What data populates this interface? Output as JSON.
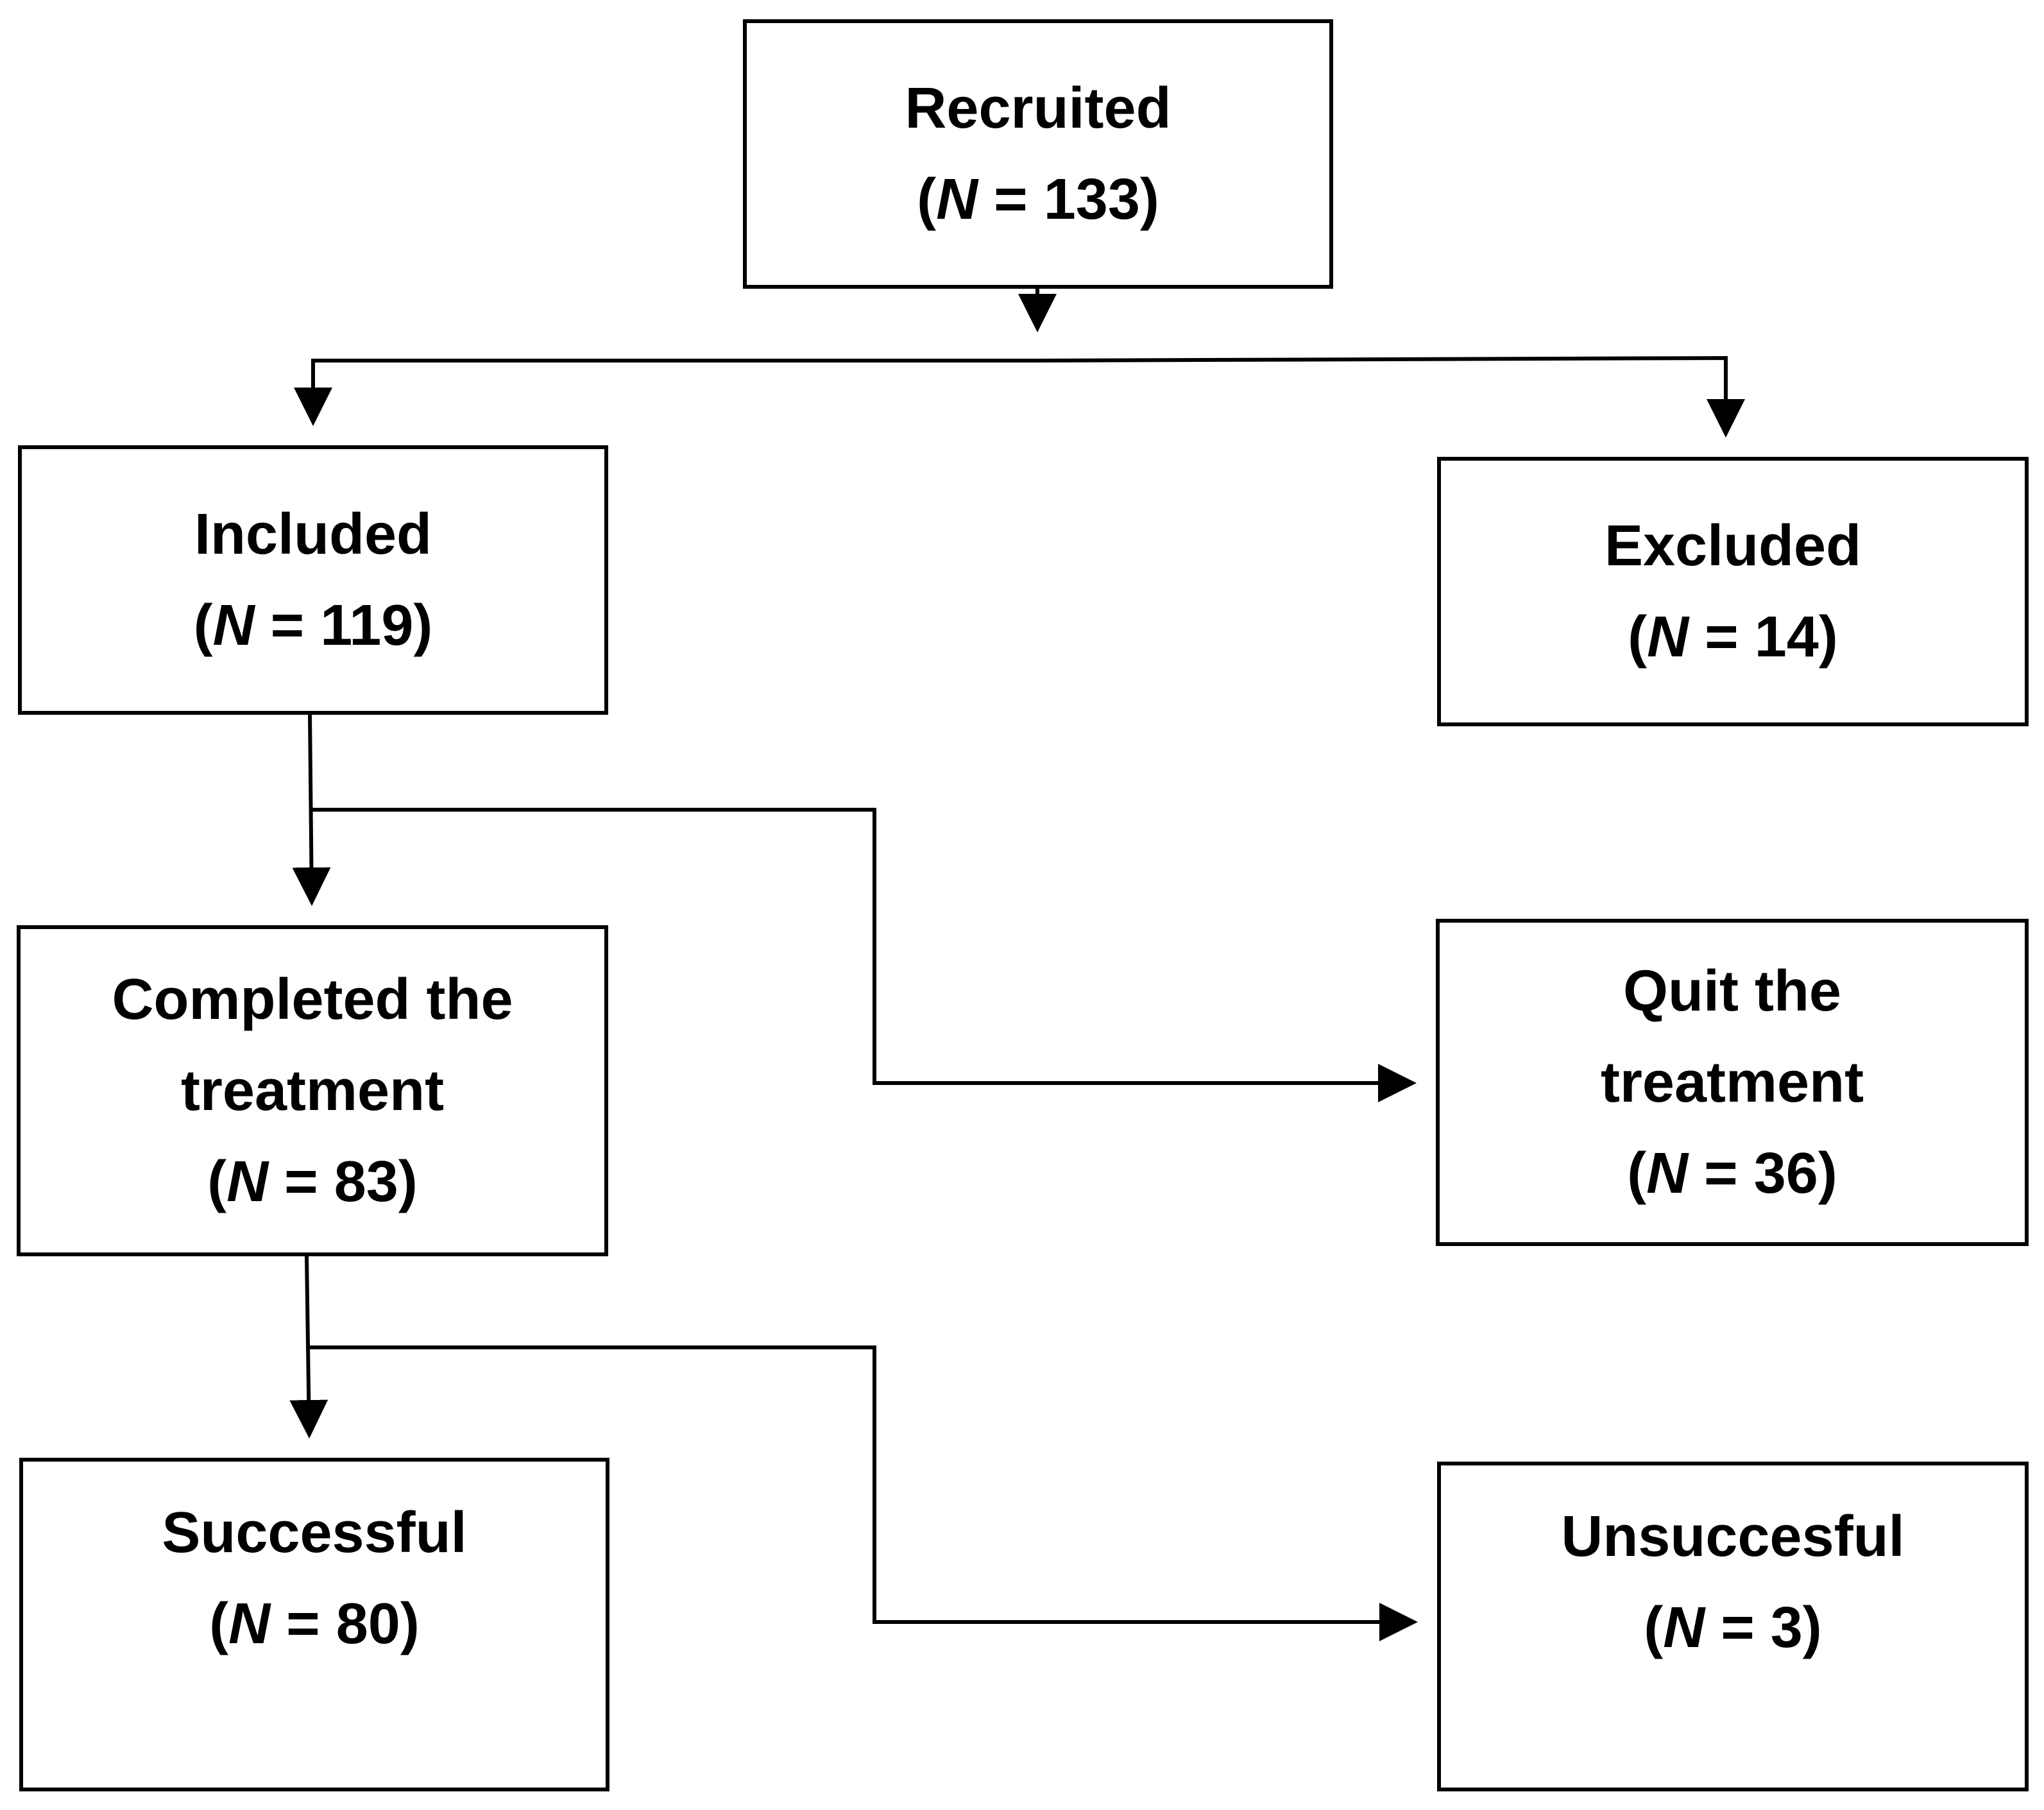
{
  "nodes": {
    "recruited": {
      "label": "Recruited",
      "n_var": "N",
      "n_rest": " = 133)"
    },
    "included": {
      "label": "Included",
      "n_var": "N",
      "n_rest": " = 119)"
    },
    "excluded": {
      "label": "Excluded",
      "n_var": "N",
      "n_rest": " = 14)"
    },
    "completed": {
      "label_line1": "Completed the",
      "label_line2": "treatment",
      "n_var": "N",
      "n_rest": " = 83)"
    },
    "quit": {
      "label_line1": "Quit the",
      "label_line2": "treatment",
      "n_var": "N",
      "n_rest": " = 36)"
    },
    "successful": {
      "label": "Successful",
      "n_var": "N",
      "n_rest": " = 80)"
    },
    "unsuccessful": {
      "label": "Unsuccesful",
      "n_var": "N",
      "n_rest": " = 3)"
    }
  },
  "paren_open": "(",
  "edges": [
    {
      "from": "Recruited",
      "to": "Included"
    },
    {
      "from": "Recruited",
      "to": "Excluded"
    },
    {
      "from": "Included",
      "to": "Completed the treatment"
    },
    {
      "from": "Included",
      "to": "Quit the treatment"
    },
    {
      "from": "Completed the treatment",
      "to": "Successful"
    },
    {
      "from": "Completed the treatment",
      "to": "Unsuccesful"
    }
  ]
}
